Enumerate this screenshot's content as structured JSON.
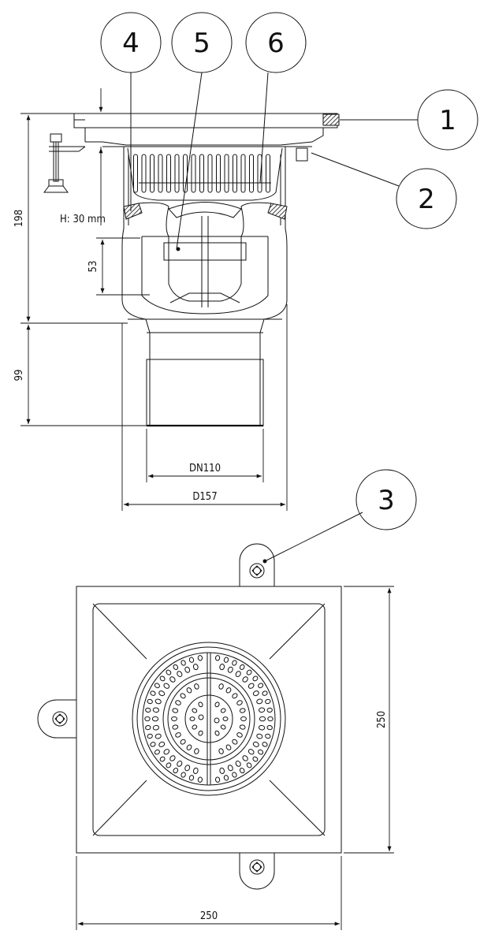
{
  "balloons": {
    "b1": "1",
    "b2": "2",
    "b3": "3",
    "b4": "4",
    "b5": "5",
    "b6": "6"
  },
  "dimensions": {
    "total_height": "198",
    "lower_height": "99",
    "inner_height": "53",
    "height_adjust": "H: 30 mm",
    "outlet_nominal": "DN110",
    "body_diameter": "D157",
    "plan_height": "250",
    "plan_width": "250"
  },
  "colors": {
    "line": "#111111",
    "background": "#ffffff"
  }
}
